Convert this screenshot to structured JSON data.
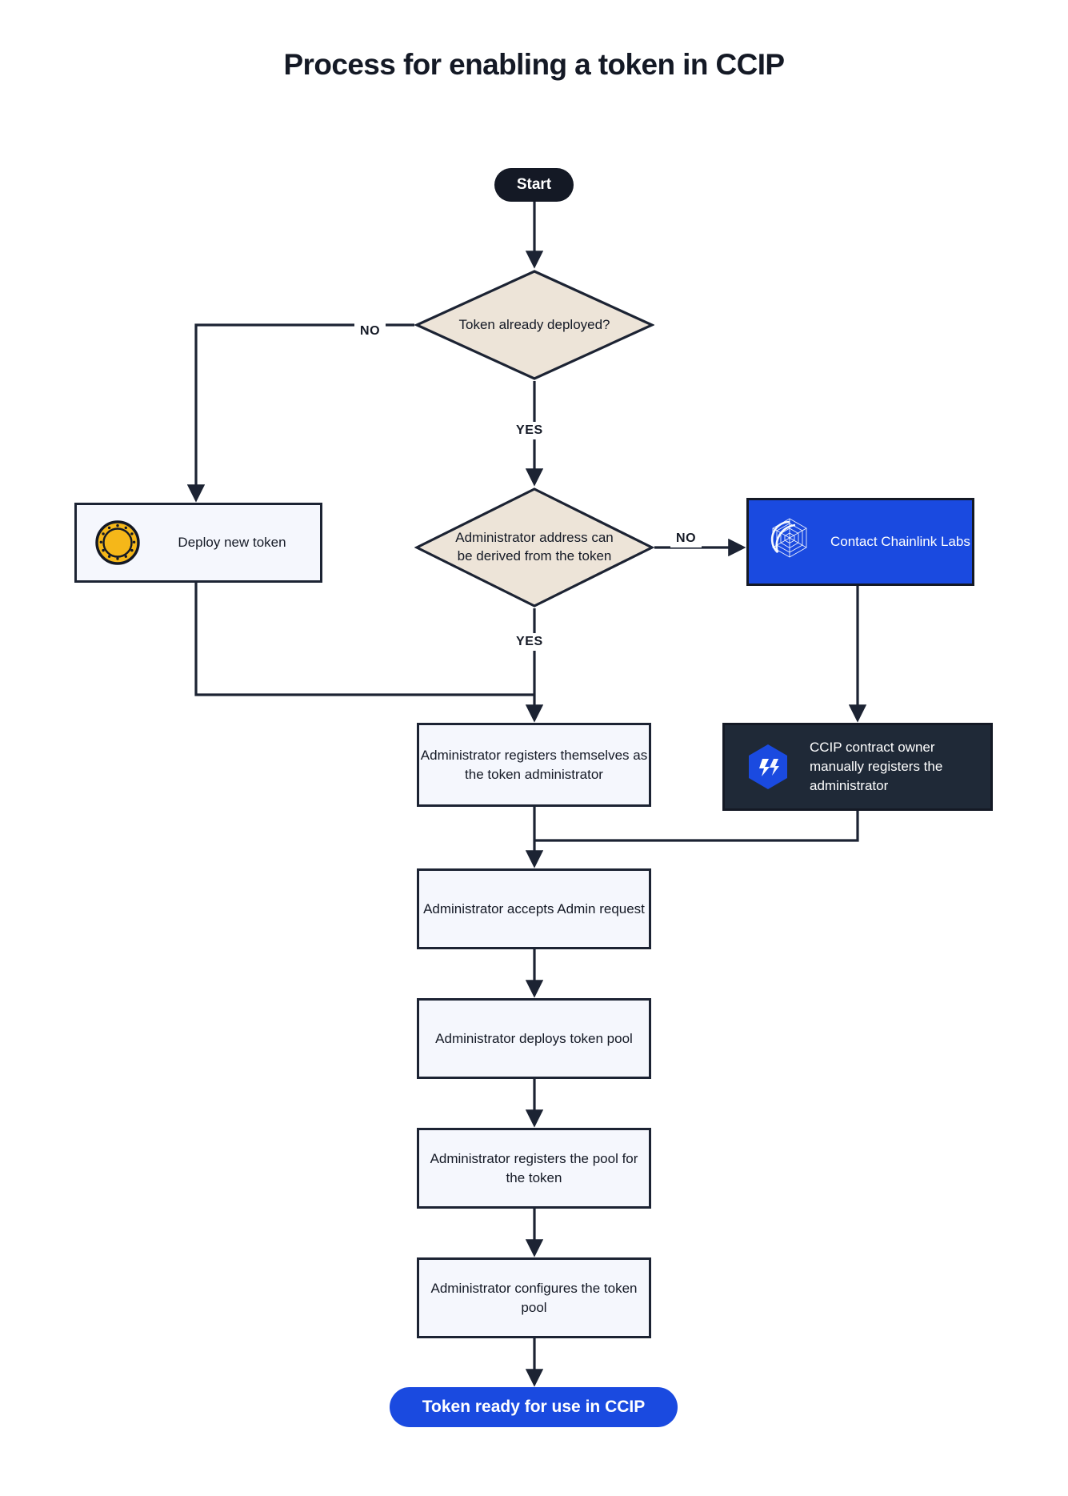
{
  "title": "Process for enabling a token in CCIP",
  "colors": {
    "ink": "#141925",
    "decision_fill": "#EDE4D8",
    "process_fill": "#F5F7FD",
    "chainlink_blue": "#1A4AE0",
    "dark_navy": "#1F2937",
    "coin_gold": "#F5B719"
  },
  "nodes": {
    "start": {
      "label": "Start",
      "shape": "pill",
      "style": "dark"
    },
    "decision_token_deployed": {
      "label": "Token already deployed?",
      "shape": "diamond"
    },
    "deploy_new_token": {
      "label": "Deploy new token",
      "shape": "rect",
      "icon": "gold-coin-icon"
    },
    "decision_admin_derived": {
      "label": "Administrator address can be derived from the token",
      "shape": "diamond"
    },
    "contact_chainlink_labs": {
      "label": "Contact Chainlink Labs",
      "shape": "rect",
      "style": "blue",
      "icon": "chainlink-logo-icon"
    },
    "register_self": {
      "label": "Administrator registers themselves as the token administrator",
      "shape": "rect"
    },
    "manual_register": {
      "label": "CCIP contract owner manually registers the administrator",
      "shape": "rect",
      "style": "navy",
      "icon": "ccip-hexagon-icon"
    },
    "accept_admin": {
      "label": "Administrator accepts Admin request",
      "shape": "rect"
    },
    "deploy_pool": {
      "label": "Administrator deploys token pool",
      "shape": "rect"
    },
    "register_pool": {
      "label": "Administrator registers the pool for the token",
      "shape": "rect"
    },
    "configure_pool": {
      "label": "Administrator configures the token pool",
      "shape": "rect"
    },
    "end": {
      "label": "Token ready for use in CCIP",
      "shape": "pill",
      "style": "blue"
    }
  },
  "edge_labels": {
    "no_token_deployed": "NO",
    "yes_token_deployed": "YES",
    "no_admin_derived": "NO",
    "yes_admin_derived": "YES"
  }
}
